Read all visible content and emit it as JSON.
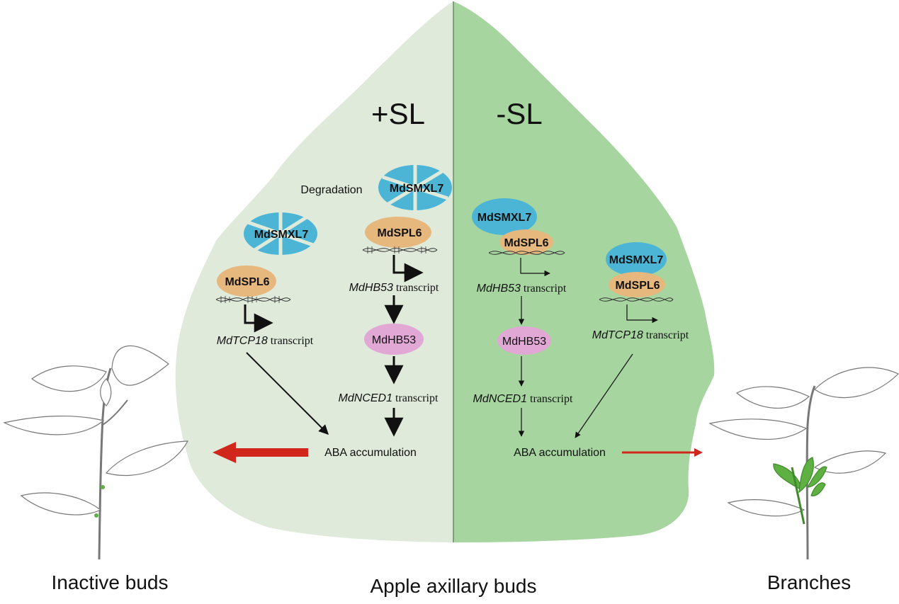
{
  "labels": {
    "plus_sl": "+SL",
    "minus_sl": "-SL",
    "degradation": "Degradation",
    "center_caption": "Apple axillary buds",
    "left_caption": "Inactive buds",
    "right_caption": "Branches"
  },
  "proteins": {
    "smxl7": "MdSMXL7",
    "spl6": "MdSPL6",
    "hb53": "MdHB53"
  },
  "genes": {
    "tcp18": "MdTCP18",
    "hb53": "MdHB53",
    "nced1": "MdNCED1",
    "transcript_suffix": " transcript"
  },
  "outputs": {
    "aba": "ABA accumulation"
  },
  "colors": {
    "leaf_left": "#dfeadb",
    "leaf_right": "#a6d5a0",
    "smxl7": "#4cb5d6",
    "spl6": "#e6b87e",
    "hb53": "#e1a8d6",
    "red_arrow": "#d0261c",
    "branch_leaf": "#5fb042"
  }
}
